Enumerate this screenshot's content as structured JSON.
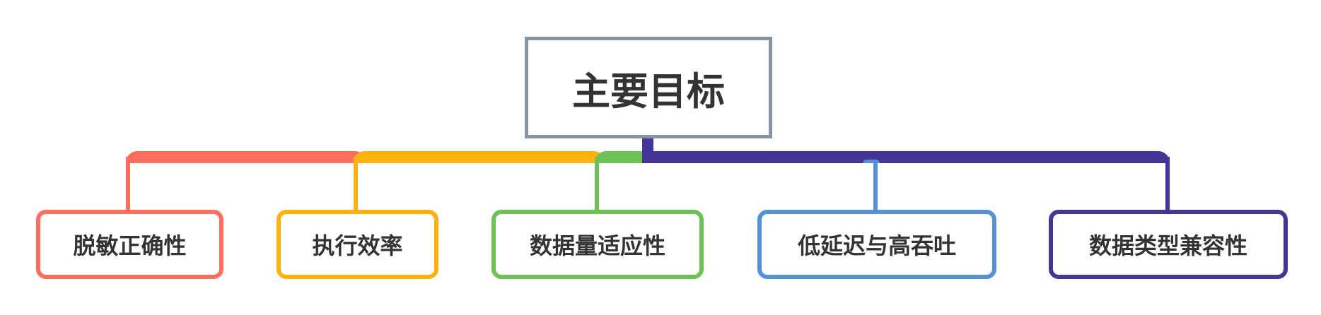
{
  "root": {
    "label": "主要目标",
    "color": "#8793a6"
  },
  "children": [
    {
      "label": "脱敏正确性",
      "color": "#ff6e5c"
    },
    {
      "label": "执行效率",
      "color": "#ffb20f"
    },
    {
      "label": "数据量适应性",
      "color": "#6cc254"
    },
    {
      "label": "低延迟与高吞吐",
      "color": "#5590d9"
    },
    {
      "label": "数据类型兼容性",
      "color": "#463596"
    }
  ]
}
